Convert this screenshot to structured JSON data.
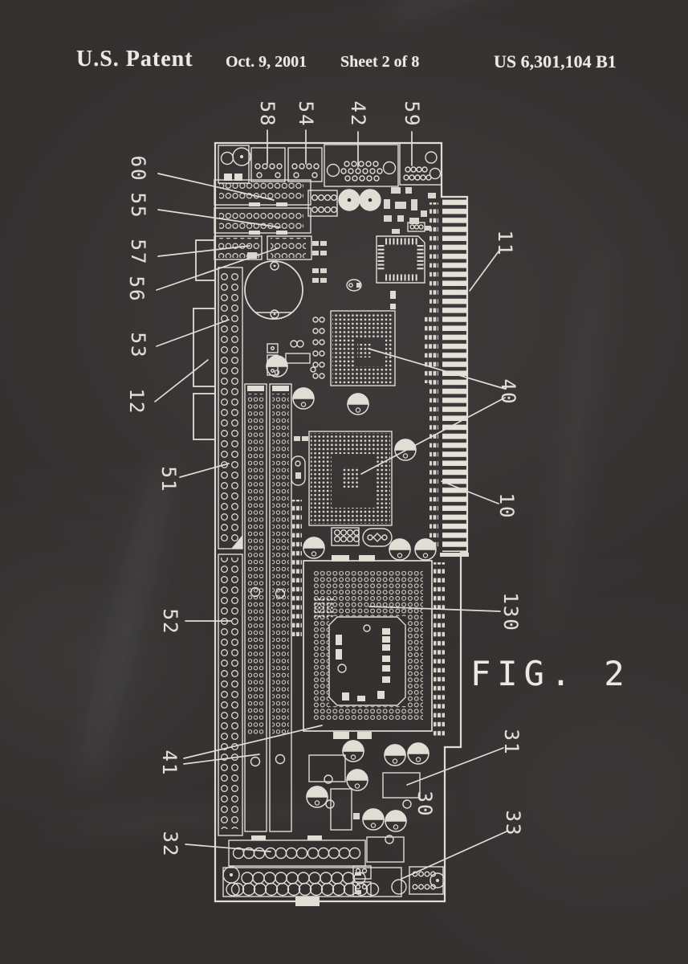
{
  "header": {
    "title": "U.S. Patent",
    "date": "Oct. 9, 2001",
    "sheet": "Sheet 2 of 8",
    "patent_number": "US 6,301,104 B1"
  },
  "figure": {
    "label": "FIG. 2"
  },
  "ref_labels": {
    "n58": "58",
    "n54": "54",
    "n42": "42",
    "n59": "59",
    "n60": "60",
    "n55": "55",
    "n57": "57",
    "n56": "56",
    "n53": "53",
    "n12": "12",
    "n51": "51",
    "n52": "52",
    "n41": "41",
    "n32": "32",
    "n11": "11",
    "n40": "40",
    "n10": "10",
    "n130": "130",
    "n31": "31",
    "n30": "30",
    "n33": "33"
  },
  "colors": {
    "background": "#333030",
    "chalk": "#e5e2da"
  }
}
